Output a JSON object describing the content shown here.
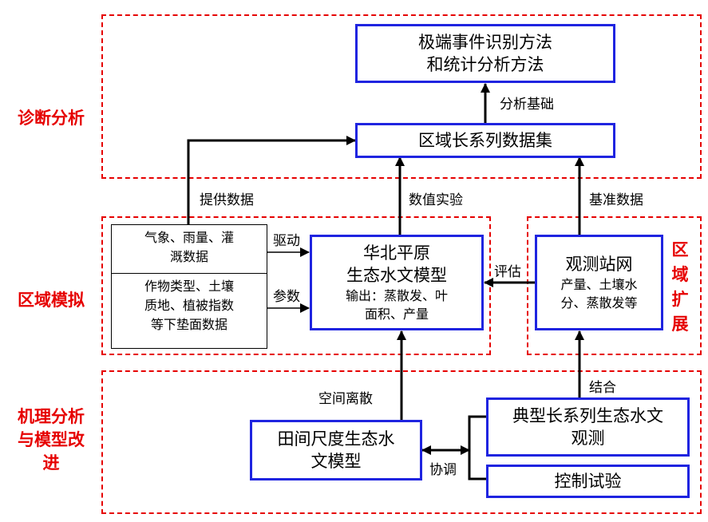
{
  "sections": {
    "diagnosis": "诊断分析",
    "regional_simulation": "区域模拟",
    "mechanism": [
      "机理分析",
      "与模型改",
      "进"
    ],
    "regional_extension": [
      "区",
      "域",
      "扩",
      "展"
    ]
  },
  "boxes": {
    "extreme_methods": [
      "极端事件识别方法",
      "和统计分析方法"
    ],
    "regional_dataset": "区域长系列数据集",
    "huabei_model": {
      "title": [
        "华北平原",
        "生态水文模型"
      ],
      "output": [
        "输出：蒸散发、叶",
        "面积、产量"
      ]
    },
    "station_network": {
      "title": "观测站网",
      "detail": [
        "产量、土壤水",
        "分、蒸散发等"
      ]
    },
    "field_model": [
      "田间尺度生态水",
      "文模型"
    ],
    "typical_observation": [
      "典型长系列生态水文",
      "观测"
    ],
    "control_experiment": "控制试验"
  },
  "inputs": {
    "top": [
      "气象、雨量、灌",
      "溉数据"
    ],
    "bottom": [
      "作物类型、土壤",
      "质地、植被指数",
      "等下垫面数据"
    ]
  },
  "edge_labels": {
    "analysis_basis": "分析基础",
    "provide_data": "提供数据",
    "numerical_experiment": "数值实验",
    "benchmark_data": "基准数据",
    "drive": "驱动",
    "parameters": "参数",
    "evaluate": "评估",
    "spatial_discretization": "空间离散",
    "combine": "结合",
    "coordinate": "协调"
  },
  "colors": {
    "region_border": "#e60000",
    "section_text": "#e60000",
    "box_border": "#1f24e0",
    "arrow": "#000000"
  }
}
